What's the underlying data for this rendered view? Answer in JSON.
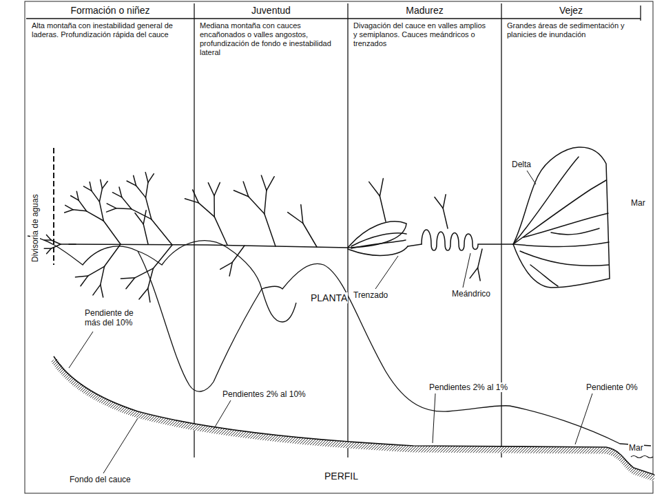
{
  "diagram": {
    "nodes": [
      {
        "text": [
          "Formación o niñez",
          "Alta montaña con inestabilidad general de laderas. Profundización rápida del cauce"
        ]
      },
      {
        "text": [
          "Juventud",
          "Mediana montaña con cauces encañonados o valles angostos, profundización de fondo e inestabilidad lateral"
        ]
      },
      {
        "text": [
          "Madurez",
          "Divagación del cauce en valles amplios y semiplanos. Cauces meándricos o trenzados"
        ]
      },
      {
        "text": [
          "Vejez",
          "Grandes áreas de sedimentación y planicies de inundación"
        ]
      }
    ],
    "labels": [
      "Divisoria de aguas",
      "Delta",
      "Mar",
      "PLANTA",
      "Trenzado",
      "Meándrico",
      "Pendiente de más del 10%",
      "Pendientes 2% al 10%",
      "Pendientes 2% al 1%",
      "Pendiente 0%",
      "Mar",
      "Fondo del cauce",
      "PERFIL"
    ]
  }
}
